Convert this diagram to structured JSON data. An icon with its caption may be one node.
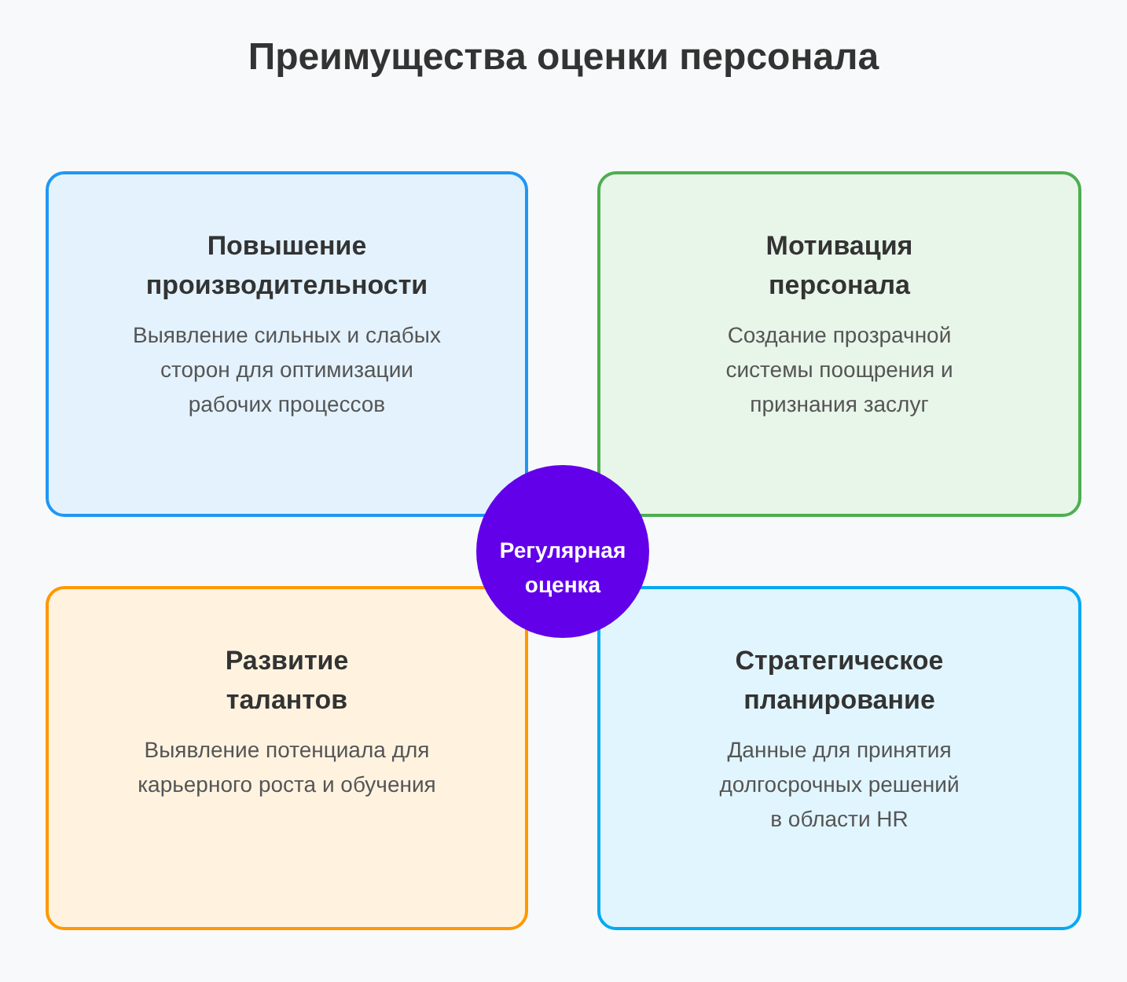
{
  "diagram": {
    "title": "Преимущества оценки персонала",
    "nodes": [
      {
        "text": [
          "Повышение производительности",
          "Выявление сильных и слабых сторон для оптимизации рабочих процессов"
        ]
      },
      {
        "text": [
          "Мотивация персонала",
          "Создание прозрачной системы поощрения и признания заслуг"
        ]
      },
      {
        "text": [
          "Регулярная оценка"
        ]
      },
      {
        "text": [
          "Развитие талантов",
          "Выявление потенциала для карьерного роста и обучения"
        ]
      },
      {
        "text": [
          "Стратегическое планирование",
          "Данные для принятия долгосрочных решений в области HR"
        ]
      }
    ]
  }
}
